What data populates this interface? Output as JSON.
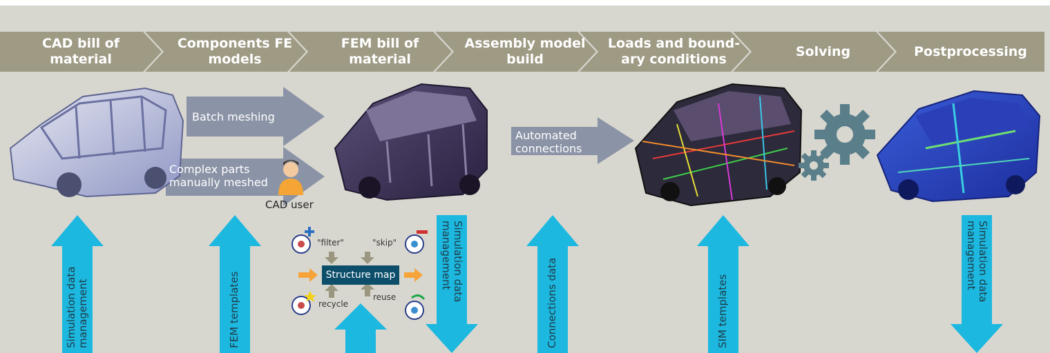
{
  "colors": {
    "background": "#d8d7cf",
    "chevron": "#9e9a84",
    "arrow_box": "#8b93a6",
    "cyan_arrow": "#1cb8e0",
    "orange_arrow": "#f6a43a",
    "structure_box": "#0d4f6b"
  },
  "process_steps": [
    {
      "label": "CAD bill of\nmaterial"
    },
    {
      "label": "Components FE\nmodels"
    },
    {
      "label": "FEM bill of\nmaterial"
    },
    {
      "label": "Assembly model\nbuild"
    },
    {
      "label": "Loads and bound-\nary conditions"
    },
    {
      "label": "Solving"
    },
    {
      "label": "Postprocessing"
    }
  ],
  "flow_boxes": {
    "batch_meshing": "Batch meshing",
    "complex_parts": "Complex parts\nmanually meshed",
    "automated_connections": "Automated\nconnections"
  },
  "cad_user": "CAD user",
  "structure_map": {
    "title": "Structure map",
    "filter": "\"filter\"",
    "skip": "\"skip\"",
    "recycle": "recycle",
    "reuse": "reuse"
  },
  "vertical_arrows": [
    {
      "label": "Simulation data\nmanagement",
      "direction": "up"
    },
    {
      "label": "FEM templates",
      "direction": "up"
    },
    {
      "label": "Simulation data\nmanagement",
      "direction": "down"
    },
    {
      "label": "Connections data",
      "direction": "up"
    },
    {
      "label": "SIM templates",
      "direction": "up"
    },
    {
      "label": "Simulation data\nmanagement",
      "direction": "down"
    }
  ],
  "icons": [
    "car-body-cad-image",
    "car-body-fem-image",
    "car-body-assembly-image",
    "car-body-postprocessing-image",
    "gear-icon",
    "user-icon",
    "filter-part-icon",
    "skip-part-icon",
    "recycle-part-icon",
    "reuse-part-icon"
  ]
}
